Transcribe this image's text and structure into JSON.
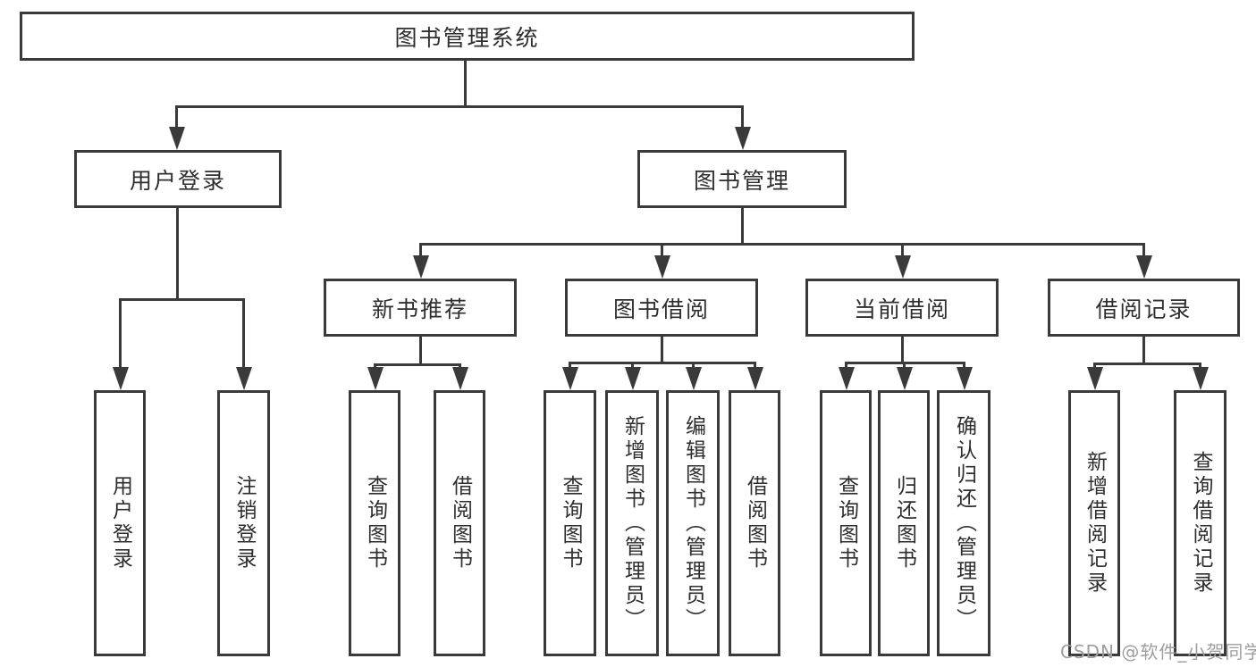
{
  "diagram": {
    "title": "图书管理系统",
    "branches": [
      {
        "label": "用户登录",
        "children": [
          "用户登录",
          "注销登录"
        ]
      },
      {
        "label": "图书管理",
        "sections": [
          {
            "label": "新书推荐",
            "children": [
              "查询图书",
              "借阅图书"
            ]
          },
          {
            "label": "图书借阅",
            "children": [
              "查询图书",
              "新增图书（管理员）",
              "编辑图书（管理员）",
              "借阅图书"
            ]
          },
          {
            "label": "当前借阅",
            "children": [
              "查询图书",
              "归还图书",
              "确认归还（管理员）"
            ]
          },
          {
            "label": "借阅记录",
            "children": [
              "新增借阅记录",
              "查询借阅记录"
            ]
          }
        ]
      }
    ]
  },
  "watermark": {
    "text": "CSDN @软件_小贺同学"
  },
  "colors": {
    "line": "#3a3a3a",
    "box_border": "#3a3a3a",
    "box_fill": "#ffffff",
    "text": "#2e2e2e",
    "watermark": "#9e9e9e",
    "background": "#ffffff"
  }
}
